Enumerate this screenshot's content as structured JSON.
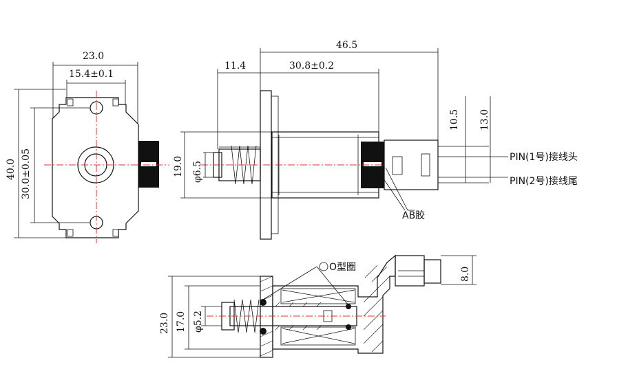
{
  "dimensions": {
    "front_width": "23.0",
    "front_hole_spacing": "15.4±0.1",
    "front_height": "40.0",
    "front_mount_spacing": "30.0±0.05",
    "side_total_length": "46.5",
    "side_plunger_length": "11.4",
    "side_body_length": "30.8±0.2",
    "side_body_height": "19.0",
    "side_plunger_dia": "φ6.5",
    "side_pin1_offset": "10.5",
    "side_pin2_offset": "13.0",
    "section_height": "23.0",
    "section_inner_height": "17.0",
    "section_shaft_dia": "φ5.2",
    "section_connector_height": "8.0"
  },
  "callouts": {
    "pin1": "PIN(1号)接线头",
    "pin2": "PIN(2号)接线尾",
    "ab_glue": "AB胶",
    "o_ring": "O型圈"
  },
  "colors": {
    "line": "#111111",
    "centerline": "#e0302a",
    "background": "#ffffff"
  }
}
